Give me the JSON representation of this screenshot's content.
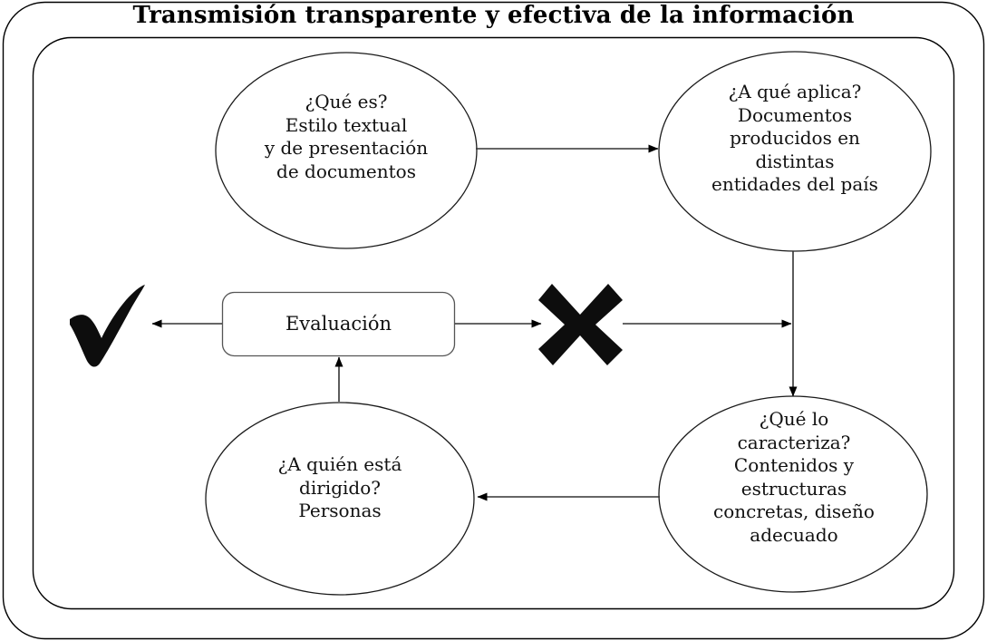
{
  "title": "Transmisión transparente y efectiva de la información",
  "diagram": {
    "kind": "cycle-flow-diagram",
    "frame": {
      "outer_border_color": "#000000",
      "inner_border_color": "#000000",
      "background": "#ffffff"
    },
    "nodes": [
      {
        "id": "que-es",
        "shape": "ellipse",
        "label": "¿Qué es?\nEstilo textual\ny de presentación\nde documentos",
        "position": "top-left"
      },
      {
        "id": "a-que-aplica",
        "shape": "ellipse",
        "label": "¿A qué aplica?\nDocumentos\nproducidos en\ndistintas\nentidades del país",
        "position": "top-right"
      },
      {
        "id": "que-lo-caracteriza",
        "shape": "ellipse",
        "label": "¿Qué lo\ncaracteriza?\nContenidos y\nestructuras\nconcretas, diseño\nadecuado",
        "position": "bottom-right"
      },
      {
        "id": "a-quien-esta-dirigido",
        "shape": "ellipse",
        "label": "¿A quién está\ndirigido?\nPersonas",
        "position": "bottom-left"
      },
      {
        "id": "evaluacion",
        "shape": "rounded-rectangle",
        "label": "Evaluación",
        "position": "center"
      }
    ],
    "marks": [
      {
        "id": "check",
        "symbol": "check-mark",
        "color": "#000000",
        "position": "center-left"
      },
      {
        "id": "cross",
        "symbol": "cross-mark",
        "color": "#000000",
        "position": "center-right"
      }
    ],
    "edges": [
      {
        "from": "que-es",
        "to": "a-que-aplica",
        "direction": "right"
      },
      {
        "from": "a-que-aplica",
        "to": "que-lo-caracteriza",
        "direction": "down"
      },
      {
        "from": "que-lo-caracteriza",
        "to": "a-quien-esta-dirigido",
        "direction": "left"
      },
      {
        "from": "a-quien-esta-dirigido",
        "to": "evaluacion",
        "direction": "up"
      },
      {
        "from": "evaluacion",
        "to": "check",
        "direction": "left"
      },
      {
        "from": "evaluacion",
        "to": "cross",
        "direction": "right"
      },
      {
        "from": "cross",
        "to": "a-que-aplica-to-que-lo-caracteriza-link",
        "direction": "right"
      }
    ]
  }
}
